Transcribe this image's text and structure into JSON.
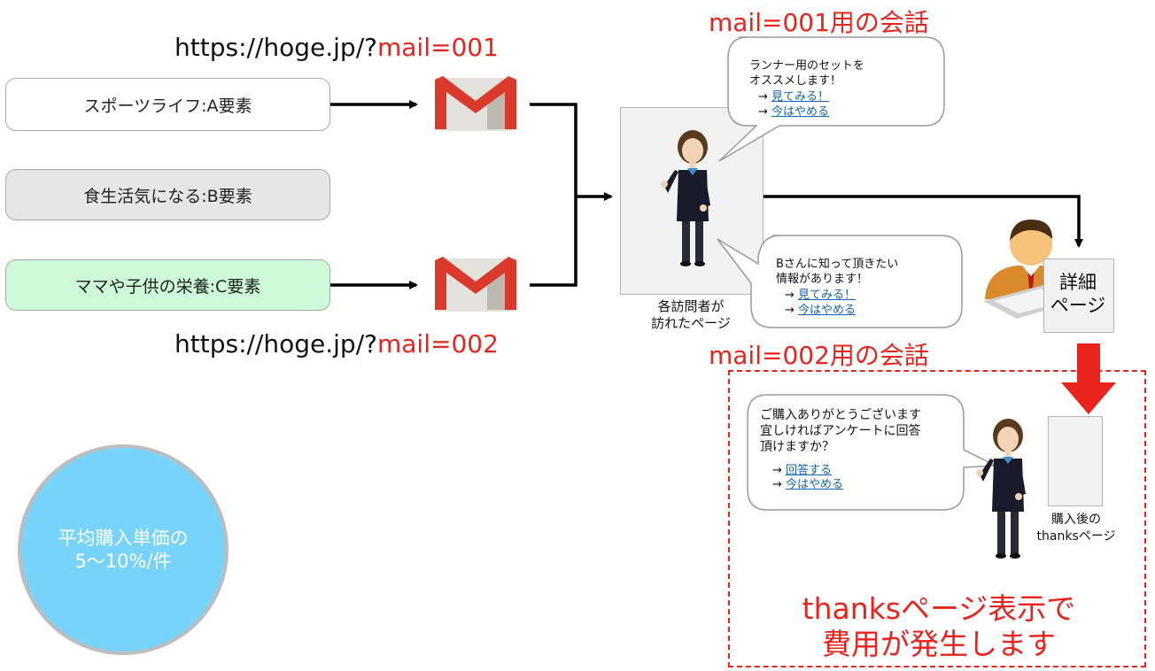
{
  "urls": {
    "top": {
      "prefix": "https://hoge.jp/?",
      "param": "mail=001"
    },
    "bottom": {
      "prefix": "https://hoge.jp/?",
      "param": "mail=002"
    }
  },
  "segments": [
    {
      "label": "スポーツライフ:A要素",
      "fill": "#ffffff"
    },
    {
      "label": "食生活気になる:B要素",
      "fill": "#e6e6e6"
    },
    {
      "label": "ママや子供の栄養:C要素",
      "fill": "#cdfad8"
    }
  ],
  "visitor_page": {
    "caption_line1": "各訪問者が",
    "caption_line2": "訪れたページ"
  },
  "conversation_001": {
    "heading": "mail=001用の会話",
    "line1": "ランナー用のセットを",
    "line2": "オススメします！",
    "arrow1": "→ ",
    "link1": "見てみる！",
    "arrow2": "→ ",
    "link2": "今はやめる"
  },
  "conversation_002": {
    "heading": "mail=002用の会話",
    "line1": "Bさんに知って頂きたい",
    "line2": "情報があります！",
    "arrow1": "→ ",
    "link1": "見てみる！",
    "arrow2": "→ ",
    "link2": "今はやめる"
  },
  "detail_page": {
    "line1": "詳細",
    "line2": "ページ"
  },
  "thanks_conversation": {
    "line1": "ご購入ありがとうございます",
    "line2": "宜しければアンケートに回答",
    "line3": "頂けますか？",
    "arrow1": "→ ",
    "link1": "回答する",
    "arrow2": "→ ",
    "link2": "今はやめる"
  },
  "thanks_page": {
    "caption_line1": "購入後の",
    "caption_line2": "thanksページ"
  },
  "thanks_message": {
    "line1": "thanksページ表示で",
    "line2": "費用が発生します"
  },
  "price_circle": {
    "line1": "平均購入単価の",
    "line2": "5～10%/件"
  },
  "colors": {
    "accent_red": "#e8241d",
    "circle_fill": "#78d3fb",
    "link_blue": "#1464b4"
  },
  "icons": [
    "gmail-icon",
    "gmail-icon",
    "receptionist-figure",
    "receptionist-figure",
    "user-at-computer-icon",
    "down-arrow-icon"
  ]
}
